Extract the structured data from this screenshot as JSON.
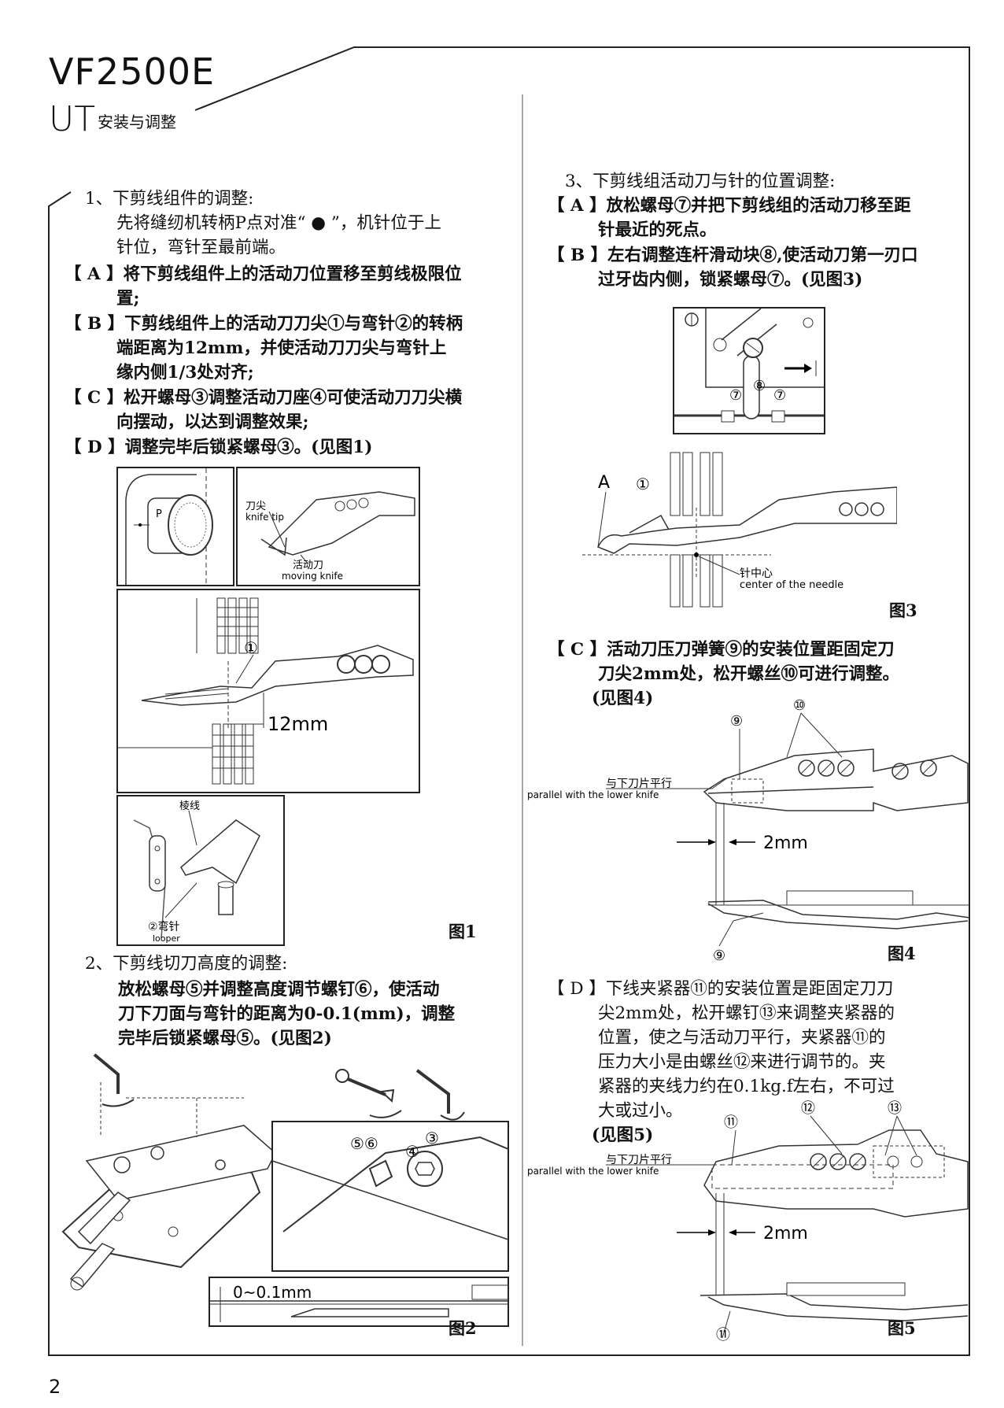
{
  "header": {
    "model": "VF2500E",
    "ut": "UT",
    "subtitle": "安装与调整"
  },
  "page_number": "2",
  "left": {
    "s1": {
      "title": "1、下剪线组件的调整:",
      "intro1": "先将缝纫机转柄P点对准“ ● ”，机针位于上",
      "intro2": "针位，弯针至最前端。",
      "A1": "【 A 】将下剪线组件上的活动刀位置移至剪线极限位",
      "A2": "置;",
      "B1": "【 B 】下剪线组件上的活动刀刀尖①与弯针②的转柄",
      "B2": "端距离为12mm，并使活动刀刀尖与弯针上",
      "B3": "缘内侧1/3处对齐;",
      "C1": "【 C 】松开螺母③调整活动刀座④可使活动刀刀尖横",
      "C2": "向摆动，以达到调整效果;",
      "D1": "【 D 】调整完毕后锁紧螺母③。(见图1)"
    },
    "fig1": {
      "p_label": "P",
      "knife_tip_cn": "刀尖",
      "knife_tip_en": "knife tip",
      "moving_knife_cn": "活动刀",
      "moving_knife_en": "moving knife",
      "callout1": "①",
      "dim": "12mm",
      "seam_cn": "棱线",
      "looper_num": "②弯针",
      "looper_en": "looper",
      "label": "图1"
    },
    "s2": {
      "title": "2、下剪线切刀高度的调整:",
      "l1": "放松螺母⑤并调整高度调节螺钉⑥，使活动",
      "l2": "刀下刀面与弯针的距离为0-0.1(mm)，调整",
      "l3": "完毕后锁紧螺母⑤。(见图2)"
    },
    "fig2": {
      "c56": "⑤⑥",
      "c4": "④",
      "c3": "③",
      "dim": "0~0.1mm",
      "label": "图2"
    }
  },
  "right": {
    "s3": {
      "title": "3、下剪线组活动刀与针的位置调整:",
      "A1": "【 A 】放松螺母⑦并把下剪线组的活动刀移至距",
      "A2": "针最近的死点。",
      "B1": "【 B 】左右调整连杆滑动块⑧,使活动刀第一刃口",
      "B2": "过牙齿内侧，锁紧螺母⑦。(见图3)"
    },
    "fig3": {
      "c7a": "⑦",
      "c8": "⑧",
      "c7b": "⑦",
      "a": "A",
      "c1": "①",
      "needle_cn": "针中心",
      "needle_en": "center of the needle",
      "label": "图3"
    },
    "sC": {
      "l1": "【 C 】活动刀压刀弹簧⑨的安装位置距固定刀",
      "l2": "刀尖2mm处，松开螺丝⑩可进行调整。",
      "l3": "(见图4)"
    },
    "fig4": {
      "c10": "⑩",
      "c9": "⑨",
      "parallel_cn": "与下刀片平行",
      "parallel_en": "parallel with the lower knife",
      "dim": "2mm",
      "c9b": "⑨",
      "label": "图4"
    },
    "sD": {
      "l1": "【 D 】下线夹紧器⑪的安装位置是距固定刀刀",
      "l2": "尖2mm处，松开螺钉⑬来调整夹紧器的",
      "l3": "位置，使之与活动刀平行，夹紧器⑪的",
      "l4": "压力大小是由螺丝⑫来进行调节的。夹",
      "l5": "紧器的夹线力约在0.1kg.f左右，不可过",
      "l6": "大或过小。",
      "l7": "(见图5)"
    },
    "fig5": {
      "c11": "⑪",
      "c12": "⑫",
      "c13": "⑬",
      "parallel_cn": "与下刀片平行",
      "parallel_en": "parallel with the lower knife",
      "dim": "2mm",
      "c11b": "⑪",
      "label": "图5"
    }
  }
}
